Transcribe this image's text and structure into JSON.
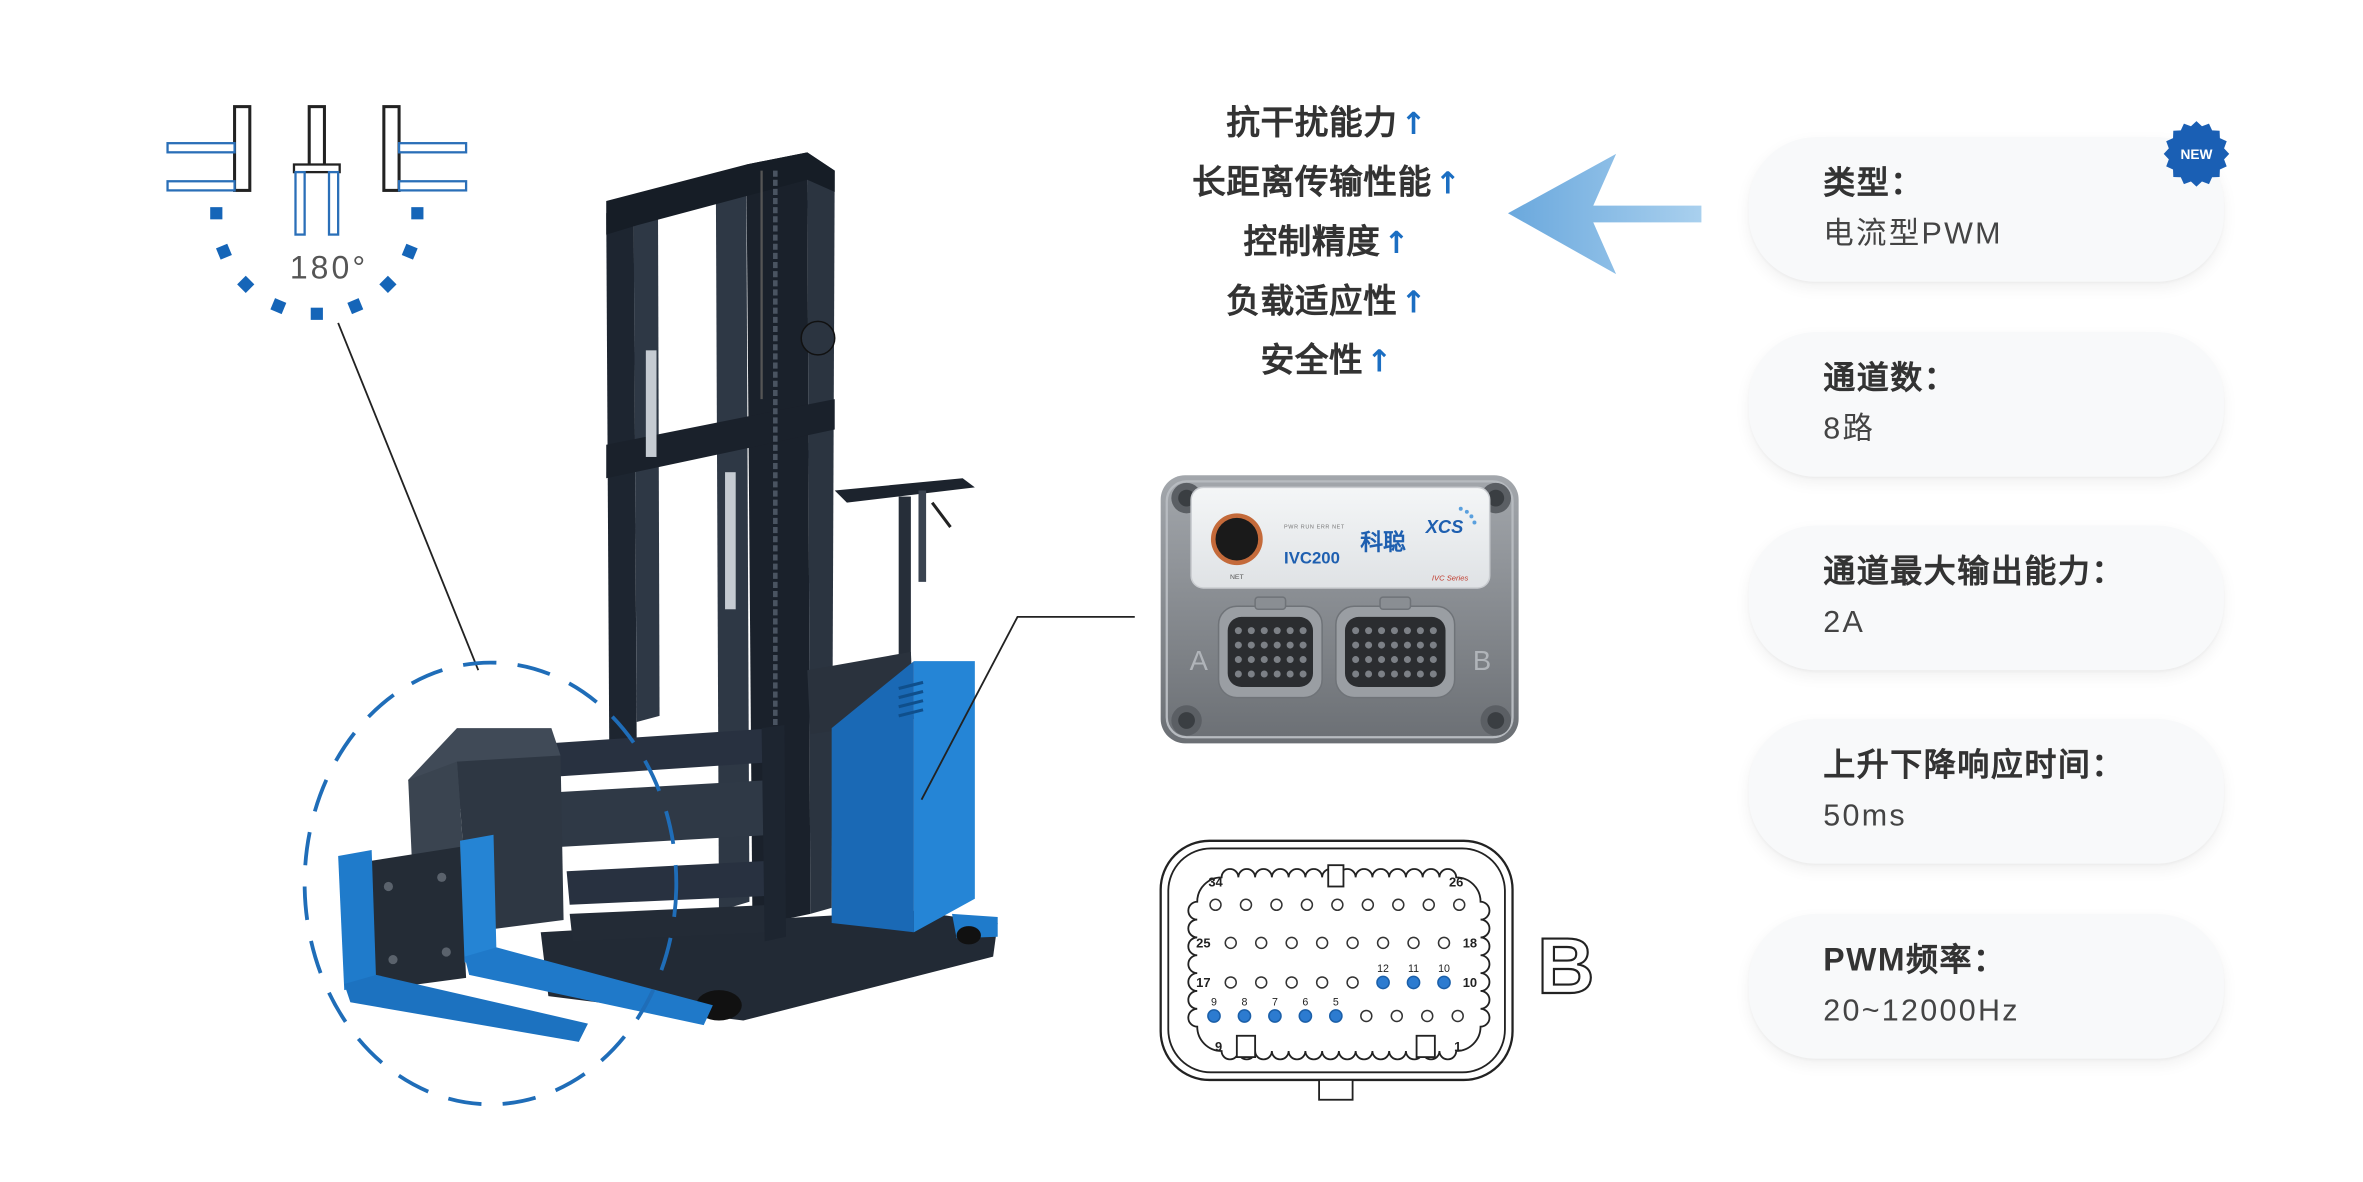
{
  "rotation_diagram": {
    "angle_label": "180°"
  },
  "features": [
    {
      "label": "抗干扰能力",
      "arrow": "↑"
    },
    {
      "label": "长距离传输性能",
      "arrow": "↑"
    },
    {
      "label": "控制精度",
      "arrow": "↑"
    },
    {
      "label": "负载适应性",
      "arrow": "↑"
    },
    {
      "label": "安全性",
      "arrow": "↑"
    }
  ],
  "controller": {
    "logo": "XCS",
    "brand": "科聪",
    "model": "IVC200",
    "series": "IVC Series",
    "indicators": "PWR RUN ERR NET",
    "port_label": "NET",
    "connector_a": "A",
    "connector_b": "B"
  },
  "pinout": {
    "connector_letter": "B",
    "labels": {
      "top_left": "34",
      "top_right": "26",
      "row2_left": "25",
      "row2_right": "18",
      "row3_left": "17",
      "row3_right": "10",
      "bottom_left": "9",
      "bottom_right": "1"
    },
    "highlighted_row3": [
      "12",
      "11",
      "10"
    ],
    "highlighted_row4": [
      "9",
      "8",
      "7",
      "6",
      "5"
    ]
  },
  "badge": {
    "text": "NEW"
  },
  "specs": [
    {
      "label": "类型：",
      "value": "电流型PWM"
    },
    {
      "label": "通道数：",
      "value": "8路"
    },
    {
      "label": "通道最大输出能力：",
      "value": "2A"
    },
    {
      "label": "上升下降响应时间：",
      "value": "50ms"
    },
    {
      "label": "PWM频率：",
      "value": "20~12000Hz"
    }
  ],
  "colors": {
    "accent_blue": "#1b6ec2",
    "forklift_blue": "#1f7bcb",
    "arrow_light_blue": "#8ec0e8",
    "text_dark": "#333333",
    "card_bg": "#f8f9fa"
  }
}
